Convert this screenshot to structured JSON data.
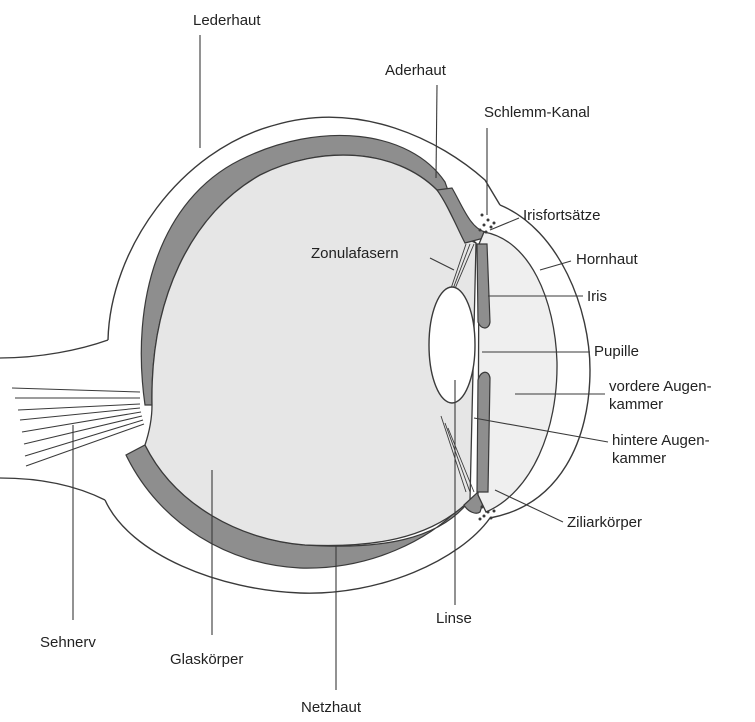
{
  "colors": {
    "line": "#3a3a3a",
    "choroid": "#8e8e8e",
    "vitreous": "#e6e6e6",
    "anterior": "#efefef",
    "lens": "#ffffff"
  },
  "labels": {
    "lederhaut": "Lederhaut",
    "aderhaut": "Aderhaut",
    "schlemm_kanal": "Schlemm-Kanal",
    "irisfortsaetze": "Irisfortsätze",
    "zonulafasern": "Zonulafasern",
    "hornhaut": "Hornhaut",
    "iris": "Iris",
    "pupille": "Pupille",
    "vordere_augenkammer": [
      "vordere Augen-",
      "kammer"
    ],
    "hintere_augenkammer": [
      "hintere Augen-",
      "kammer"
    ],
    "ziliarkoerper": "Ziliarkörper",
    "linse": "Linse",
    "sehnerv": "Sehnerv",
    "glaskoerper": "Glaskörper",
    "netzhaut": "Netzhaut"
  }
}
